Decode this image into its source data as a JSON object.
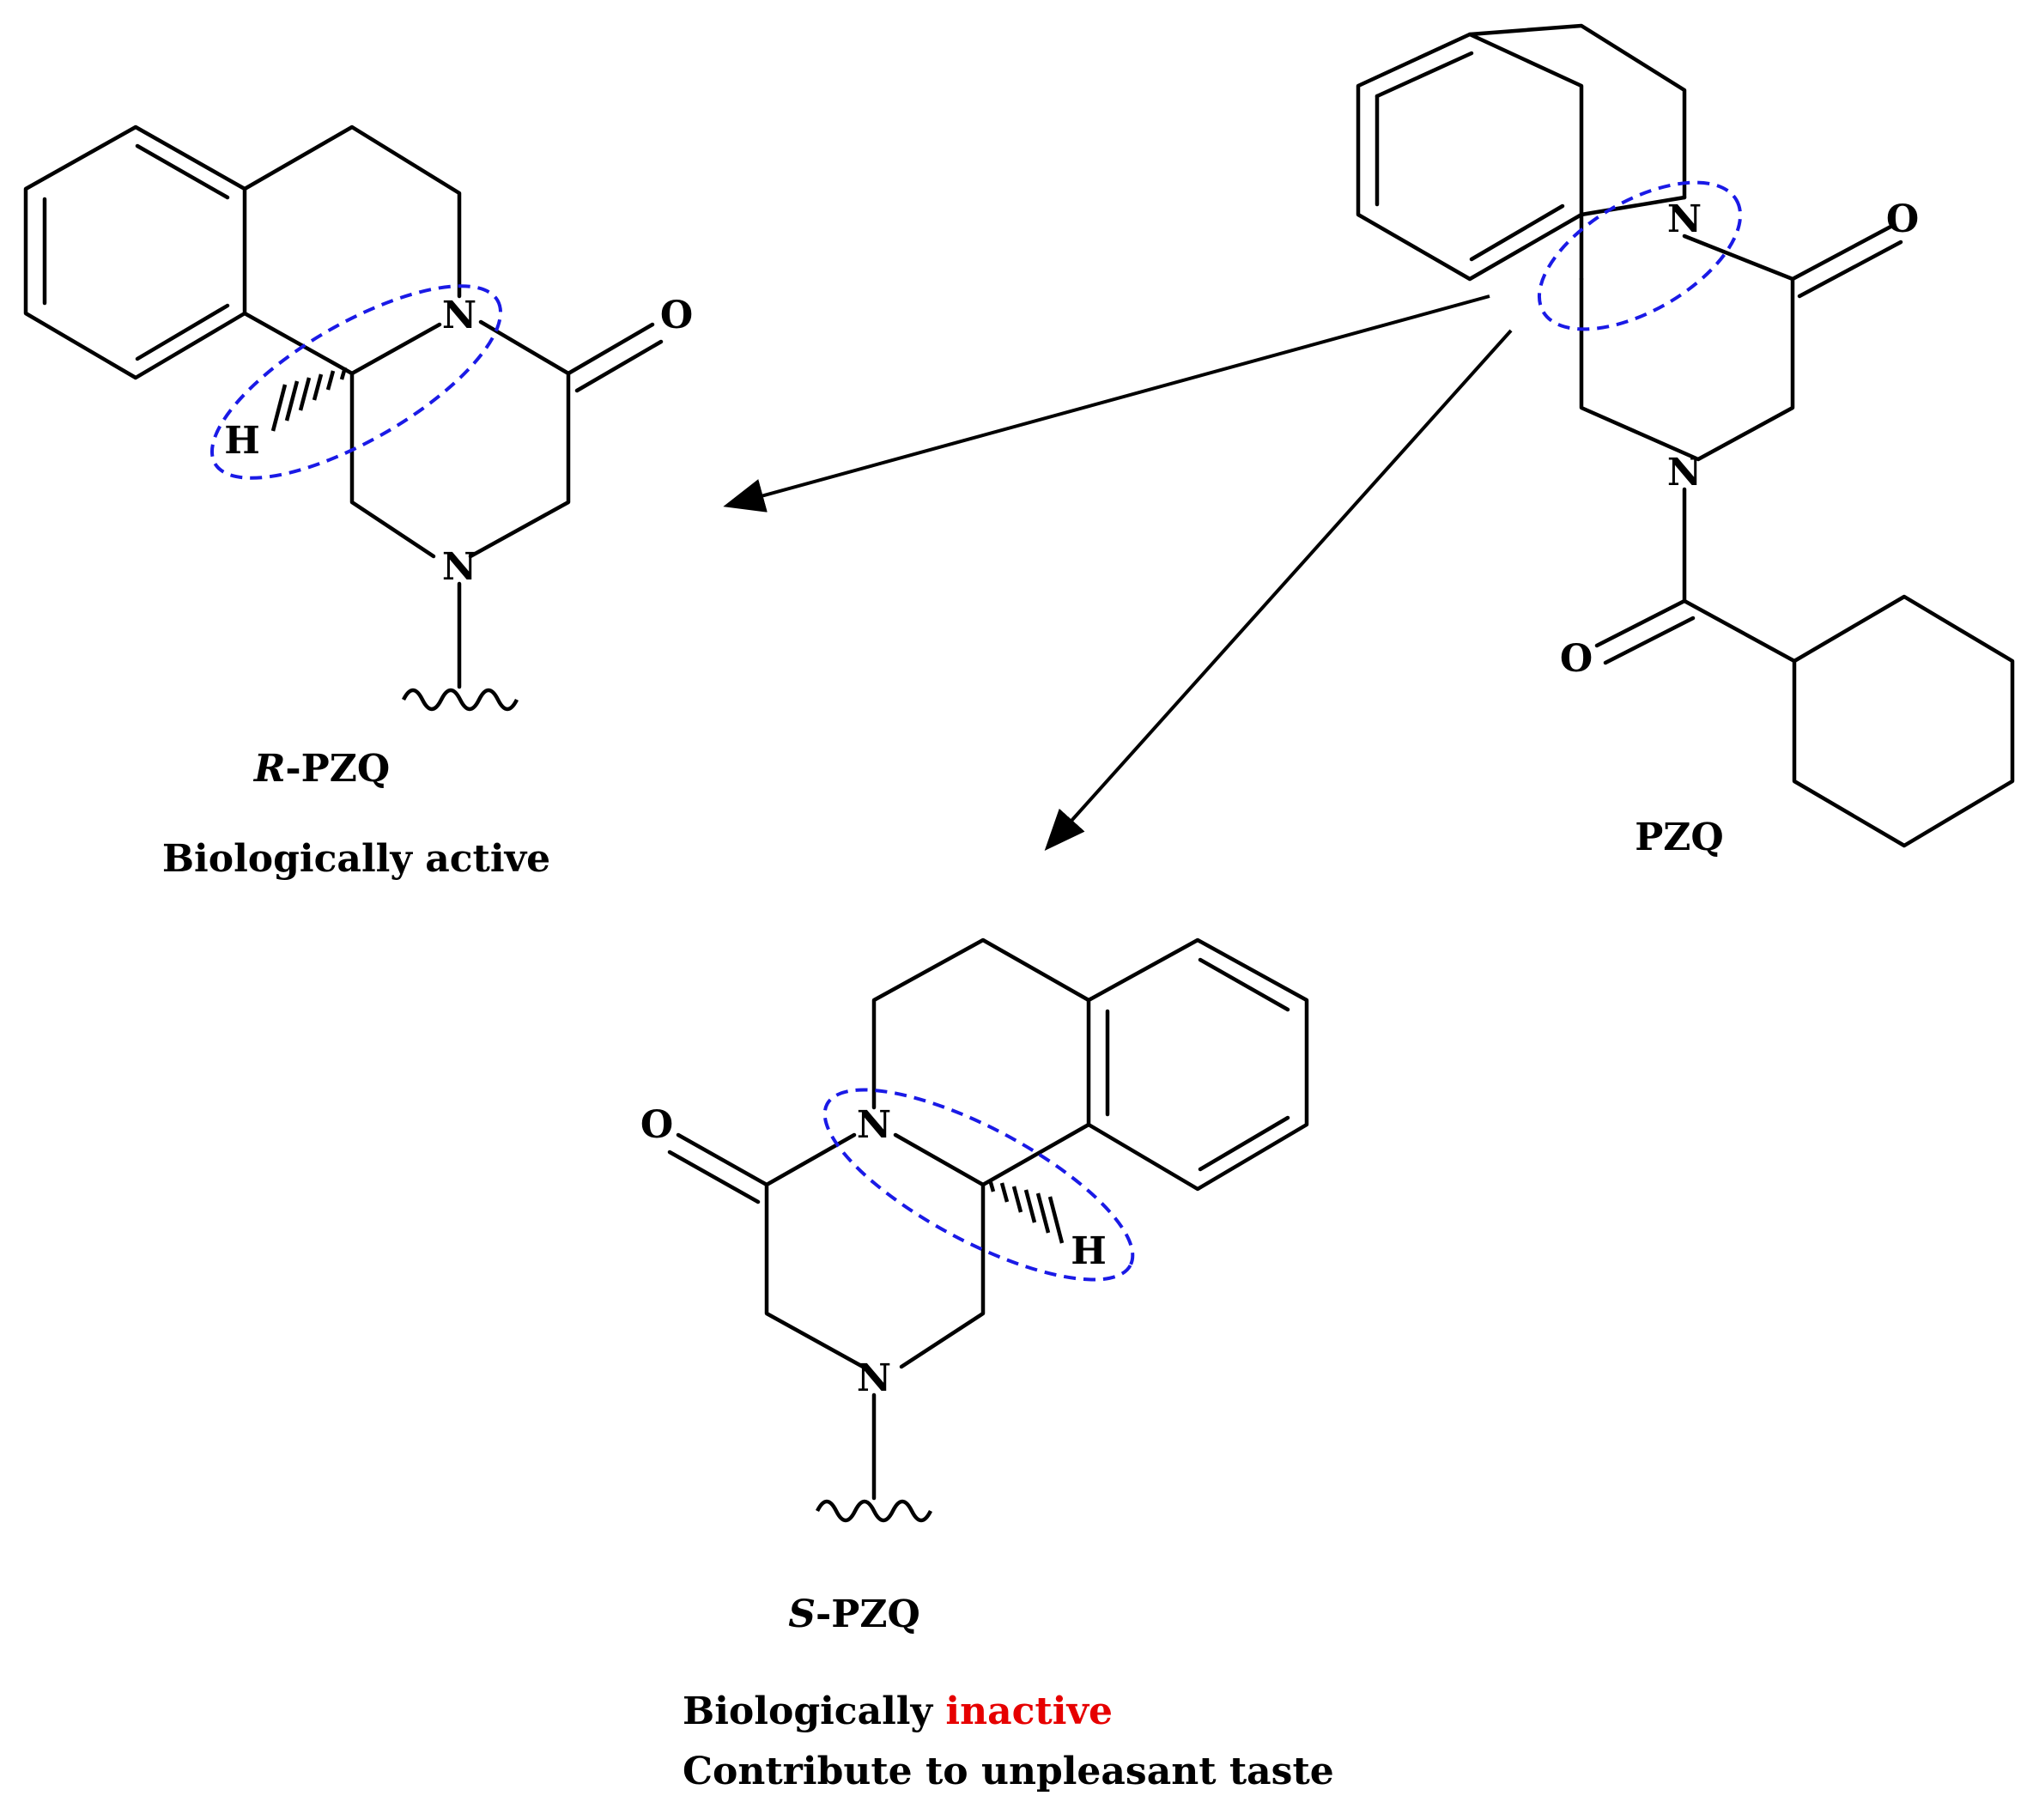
{
  "atoms": {
    "nitrogen": "N",
    "oxygen": "O",
    "hydrogen": "H"
  },
  "labels": {
    "r_prefix": "R",
    "r_suffix": "-PZQ",
    "r_activity": "Biologically active",
    "pzq": "PZQ",
    "s_prefix": "S",
    "s_suffix": "-PZQ",
    "s_activity_prefix": "Biologically ",
    "s_activity_word": "inactive",
    "s_taste": "Contribute to unpleasant taste"
  },
  "colors": {
    "stereocenter_highlight": "#1a1ae6",
    "inactive_text": "#e60000",
    "bonds": "#000000"
  }
}
